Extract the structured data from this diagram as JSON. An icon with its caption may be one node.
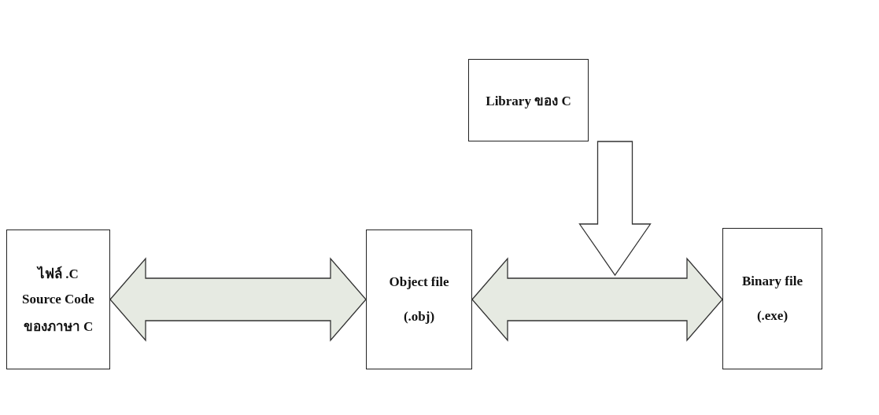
{
  "diagram": {
    "nodes": [
      {
        "text": [
          "Library ของ C"
        ]
      },
      {
        "text": [
          "ไฟล์ .C",
          "Source Code",
          "ของภาษา C"
        ]
      },
      {
        "text": [
          "Object file",
          "(.obj)"
        ]
      },
      {
        "text": [
          "Binary file",
          "(.exe)"
        ]
      }
    ],
    "edges": [
      {
        "from": 1,
        "to": 2,
        "arrow": "both",
        "color": "#e6eae2"
      },
      {
        "from": 2,
        "to": 3,
        "arrow": "both",
        "color": "#e6eae2"
      },
      {
        "from": 0,
        "to": null,
        "arrow": "to",
        "color": "#ffffff"
      }
    ]
  }
}
